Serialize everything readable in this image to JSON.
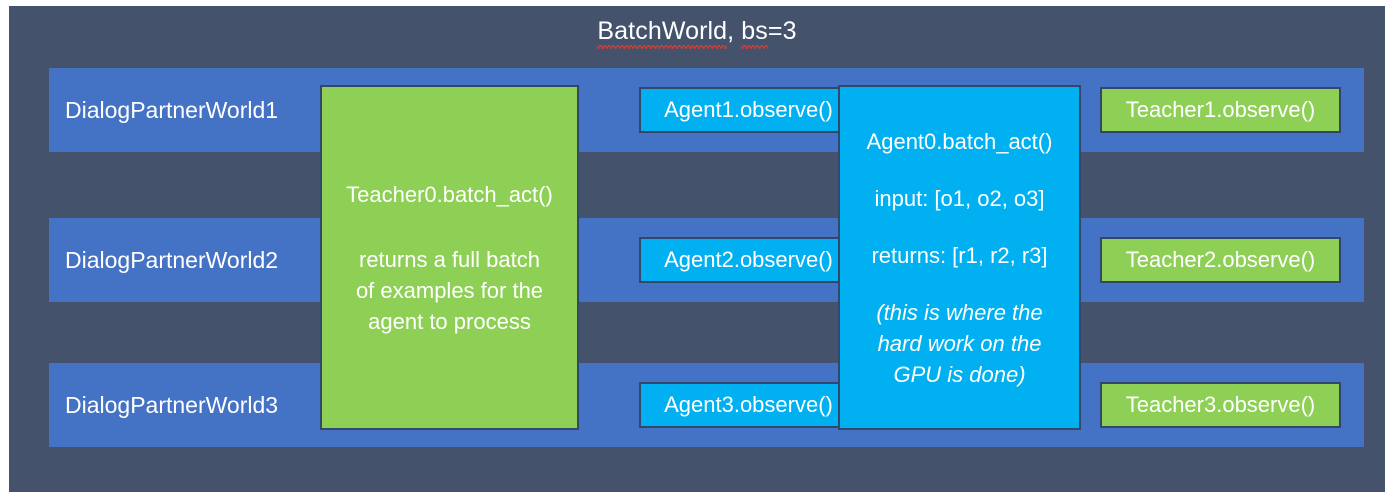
{
  "diagram": {
    "container": {
      "title_main": "BatchWorld",
      "title_sep": ", ",
      "title_param": "bs",
      "title_value": "=3",
      "background_color": "#44526b"
    },
    "rows": [
      {
        "world_label": "DialogPartnerWorld1",
        "agent_observe": "Agent1.observe()",
        "teacher_observe": "Teacher1.observe()"
      },
      {
        "world_label": "DialogPartnerWorld2",
        "agent_observe": "Agent2.observe()",
        "teacher_observe": "Teacher2.observe()"
      },
      {
        "world_label": "DialogPartnerWorld3",
        "agent_observe": "Agent3.observe()",
        "teacher_observe": "Teacher3.observe()"
      }
    ],
    "teacher_batch_act": {
      "title": "Teacher0.batch_act()",
      "body_line1": "returns a full batch",
      "body_line2": "of examples for the",
      "body_line3": "agent to process",
      "fill_color": "#8ed055"
    },
    "agent_batch_act": {
      "title": "Agent0.batch_act()",
      "input_line": "input: [o1, o2, o3]",
      "returns_line": "returns: [r1, r2, r3]",
      "note_line1": "(this is where the",
      "note_line2": "hard work on the",
      "note_line3": "GPU is done)",
      "fill_color": "#00b0f0"
    },
    "colors": {
      "row_blue": "#4472c4",
      "box_border": "#33466b",
      "green": "#8ed055",
      "cyan": "#00b0f0",
      "backdrop": "#44526b",
      "spellcheck_underline": "#e03a2f"
    }
  }
}
